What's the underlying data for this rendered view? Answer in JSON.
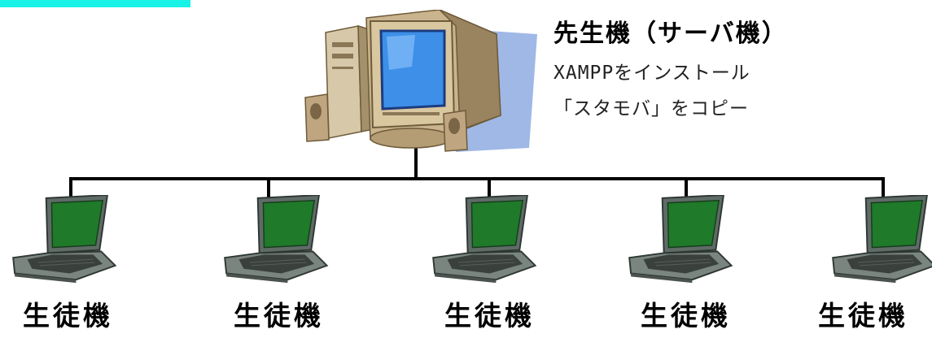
{
  "server": {
    "title": "先生機（サーバ機）",
    "notes": [
      "XAMPPをインストール",
      "「スタモバ」をコピー"
    ]
  },
  "clients": [
    {
      "label": "生徒機"
    },
    {
      "label": "生徒機"
    },
    {
      "label": "生徒機"
    },
    {
      "label": "生徒機"
    },
    {
      "label": "生徒機"
    }
  ],
  "colors": {
    "top_band": "#19f2e6",
    "monitor_screen": "#3d8fe8",
    "laptop_screen": "#1f7a2a",
    "laptop_body": "#5f6b66",
    "network_line": "#000000"
  }
}
